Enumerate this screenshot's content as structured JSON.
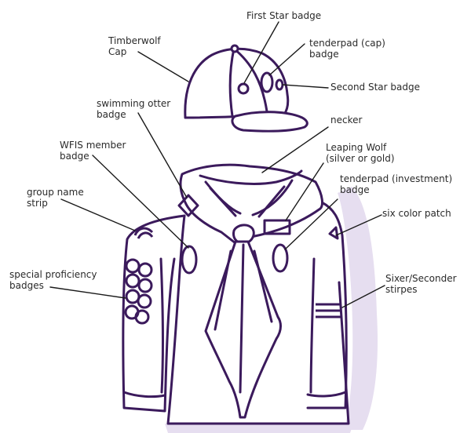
{
  "colors": {
    "outline": "#3b1a5c",
    "shadow": "#e6def0",
    "leader": "#1a1a1a",
    "text": "#2a2a2a",
    "background": "#ffffff"
  },
  "labels": {
    "first_star": "First Star badge",
    "timberwolf_cap_1": "Timberwolf",
    "timberwolf_cap_2": "Cap",
    "tenderpad_cap_1": "tenderpad (cap)",
    "tenderpad_cap_2": "badge",
    "second_star": "Second Star badge",
    "swimming_otter_1": "swimming otter",
    "swimming_otter_2": "badge",
    "necker": "necker",
    "wfis_1": "WFIS member",
    "wfis_2": "badge",
    "leaping_wolf_1": "Leaping Wolf",
    "leaping_wolf_2": "(silver or gold)",
    "tenderpad_investment_1": "tenderpad (investment)",
    "tenderpad_investment_2": "badge",
    "group_name_1": "group name",
    "group_name_2": "strip",
    "six_color_patch": "six color patch",
    "special_proficiency_1": "special proficiency",
    "special_proficiency_2": "badges",
    "sixer_1": "Sixer/Seconder",
    "sixer_2": "stirpes"
  }
}
